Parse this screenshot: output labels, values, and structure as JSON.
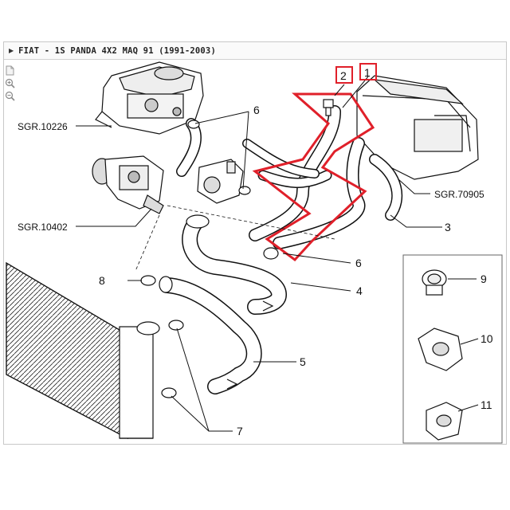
{
  "window": {
    "title": "FIAT - 1S PANDA 4X2 MAQ 91 (1991-2003)"
  },
  "toolbar": {
    "items": [
      "page-icon",
      "zoom-in-icon",
      "zoom-out-icon"
    ]
  },
  "diagram": {
    "references": {
      "sgr_10226": "SGR.10226",
      "sgr_10402": "SGR.10402",
      "sgr_70905": "SGR.70905"
    },
    "callouts": {
      "c1": "1",
      "c2": "2",
      "c3": "3",
      "c4": "4",
      "c5": "5",
      "c6a": "6",
      "c6b": "6",
      "c7": "7",
      "c8": "8",
      "c9": "9",
      "c10": "10",
      "c11": "11"
    },
    "highlight_color": "#e0202a"
  }
}
